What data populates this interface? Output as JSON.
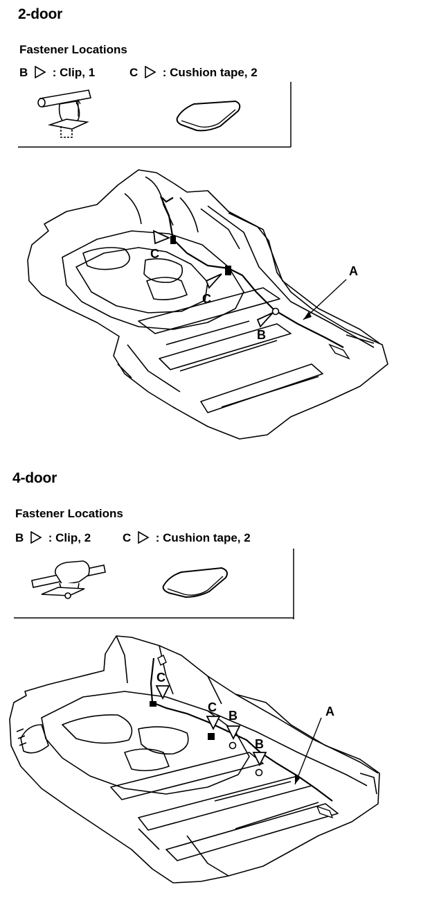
{
  "sections": [
    {
      "title": "2-door",
      "fastener_heading": "Fastener Locations",
      "legend_b": "B",
      "legend_b_text": ": Clip, 1",
      "legend_c": "C",
      "legend_c_text": ": Cushion tape, 2",
      "callouts": {
        "a": "A",
        "b": "B",
        "c1": "C",
        "c2": "C"
      }
    },
    {
      "title": "4-door",
      "fastener_heading": "Fastener Locations",
      "legend_b": "B",
      "legend_b_text": ": Clip, 2",
      "legend_c": "C",
      "legend_c_text": ": Cushion tape, 2",
      "callouts": {
        "a": "A",
        "b1": "B",
        "b2": "B",
        "c1": "C",
        "c2": "C"
      }
    }
  ]
}
